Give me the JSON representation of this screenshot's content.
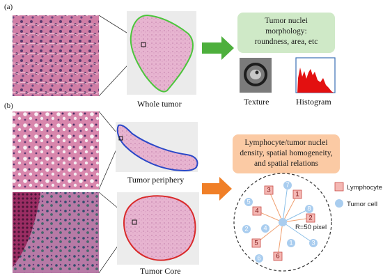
{
  "panels": {
    "a": "(a)",
    "b": "(b)"
  },
  "captions": {
    "whole_tumor": "Whole tumor",
    "tumor_periphery": "Tumor periphery",
    "tumor_core": "Tumor Core",
    "texture": "Texture",
    "histogram": "Histogram"
  },
  "boxes": {
    "morphology": [
      "Tumor nuclei",
      "morphology:",
      "roundness, area, etc"
    ],
    "density": [
      "Lymphocyte/tumor nuclei",
      "density, spatial homogeneity,",
      "and spatial relations"
    ]
  },
  "legend": {
    "lymphocyte": "Lymphocyte",
    "tumor_cell": "Tumor cell"
  },
  "radius_label": "R=50 pixel",
  "lymphocytes": [
    "3",
    "1",
    "4",
    "2",
    "5",
    "6"
  ],
  "tumor_cells": [
    "7",
    "5",
    "8",
    "2",
    "4",
    "1",
    "3",
    "6"
  ],
  "colors": {
    "green_box": "#cfe9c7",
    "orange_box": "#fbcaa4",
    "green_arrow": "#4daf3c",
    "orange_arrow": "#f07f27",
    "lymphocyte_fill": "#f4b8b4",
    "lymphocyte_border": "#c94a44",
    "tumor_cell_fill": "#a9cdef",
    "whole_outline": "#4cc63c",
    "periphery_outline": "#2a48c8",
    "core_outline": "#d92a2a",
    "histogram_fill": "#e31010"
  }
}
